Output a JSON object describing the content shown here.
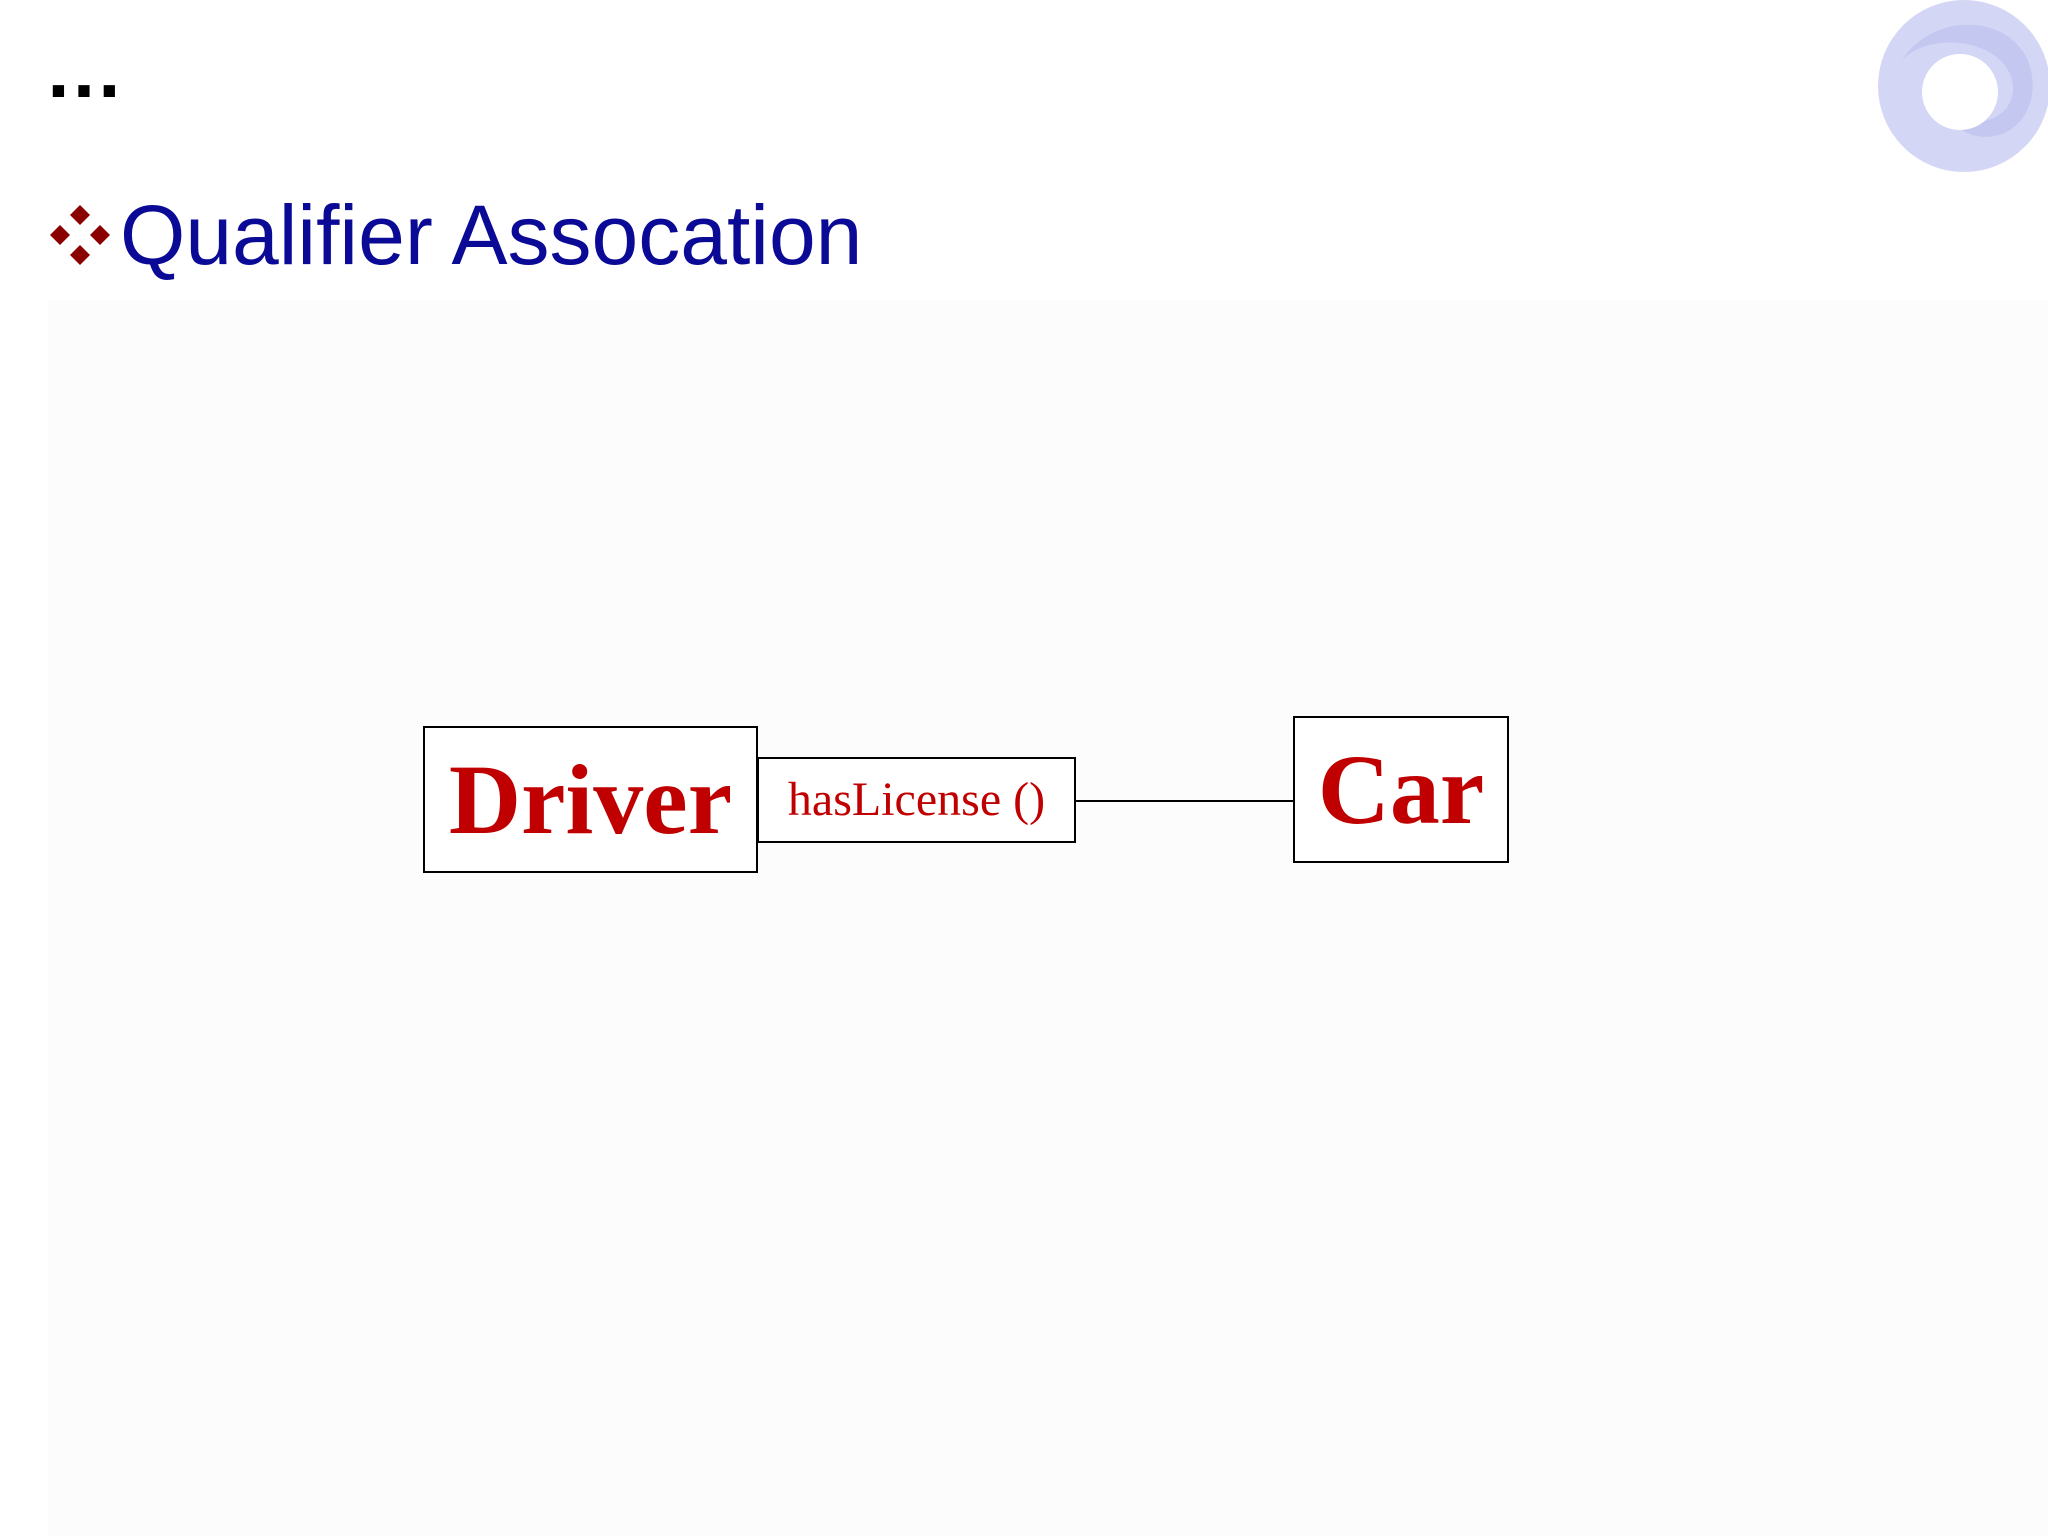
{
  "slide": {
    "ellipsis": "…",
    "heading": "Qualifier Assocation"
  },
  "diagram": {
    "driver_class": "Driver",
    "qualifier": "hasLicense ()",
    "car_class": "Car"
  },
  "icons": {
    "bullet": "diamond-bullet-icon",
    "logo": "logo-swirl-icon"
  },
  "colors": {
    "heading": "#0a0a96",
    "class_text": "#c00000",
    "bullet": "#8b0000",
    "logo": "#d4d6f5"
  }
}
